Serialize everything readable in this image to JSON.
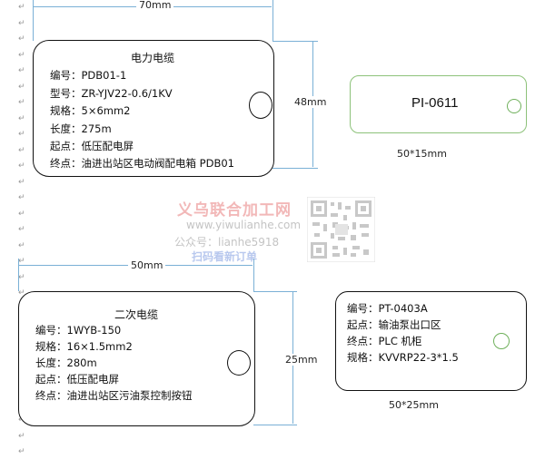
{
  "tag1": {
    "dim_width": "70mm",
    "dim_height": "48mm",
    "title": "电力电缆",
    "lines": [
      "编号：PDB01-1",
      "型号：ZR-YJV22-0.6/1KV",
      "规格：5×6mm2",
      "长度：275m",
      "起点：低压配电屏",
      "终点：油进出站区电动阀配电箱 PDB01"
    ]
  },
  "tag2": {
    "label": "PI-0611",
    "size": "50*15mm"
  },
  "tag3": {
    "dim_width": "50mm",
    "dim_height": "25mm",
    "title": "二次电缆",
    "lines": [
      "编号：1WYB-150",
      "规格：16×1.5mm2",
      "长度：280m",
      "起点：低压配电屏",
      "终点：油进出站区污油泵控制按钮"
    ]
  },
  "tag4": {
    "size": "50*25mm",
    "lines": [
      "编号：PT-0403A",
      "起点：输油泵出口区",
      "终点：PLC 机柜",
      "规格：KVVRP22-3*1.5"
    ]
  },
  "watermark": {
    "title": "义乌联合加工网",
    "url": "www.yiwulianhe.com",
    "wechat": "公众号：lianhe5918",
    "scan": "扫码看新订单"
  },
  "paragraph_mark": "↵"
}
